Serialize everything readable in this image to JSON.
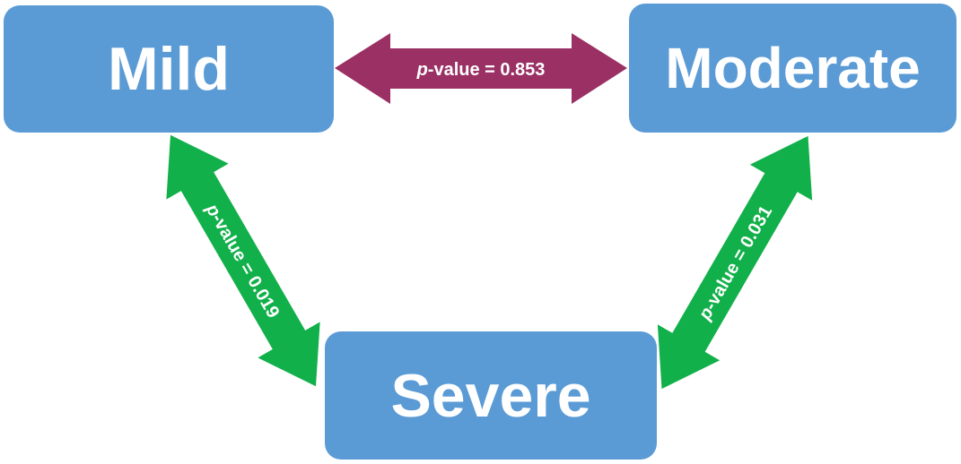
{
  "nodes": {
    "mild": {
      "label": "Mild"
    },
    "moderate": {
      "label": "Moderate"
    },
    "severe": {
      "label": "Severe"
    }
  },
  "edges": {
    "mild_moderate": {
      "p_letter": "p",
      "rest": "-value = 0.853",
      "color": "#9a3064"
    },
    "mild_severe": {
      "p_letter": "p",
      "rest": "-value = 0.019",
      "color": "#12b04a"
    },
    "moderate_severe": {
      "p_letter": "p",
      "rest": "-value = 0.031",
      "color": "#12b04a"
    }
  },
  "colors": {
    "node_fill": "#5b9bd5",
    "node_text": "#ffffff",
    "arrow_purple": "#9a3064",
    "arrow_green": "#12b04a"
  }
}
